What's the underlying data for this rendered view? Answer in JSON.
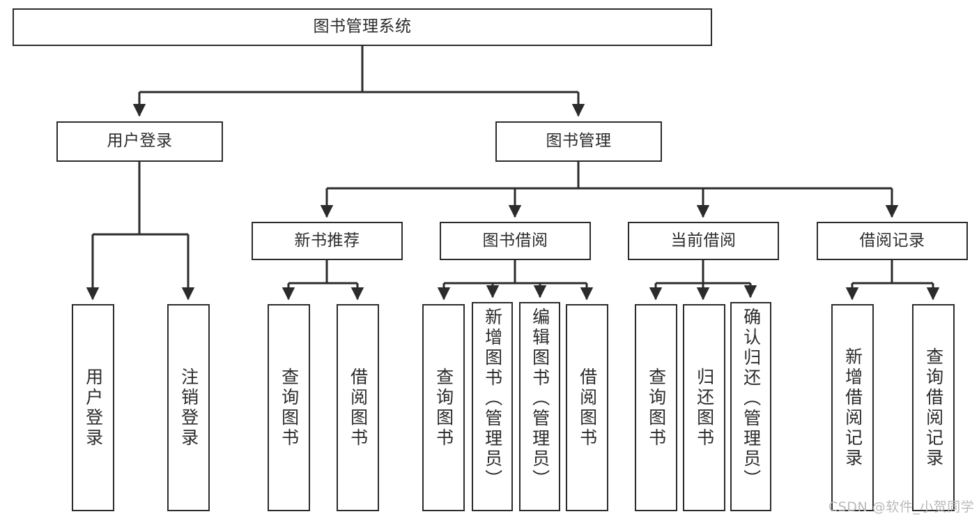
{
  "diagram": {
    "title": "图书管理系统",
    "type": "tree-hierarchy-chart",
    "colors": {
      "stroke": "#2b2b2b",
      "fill": "#ffffff",
      "watermark": "#b9b9b9"
    },
    "root": {
      "label": "图书管理系统"
    },
    "level1": [
      {
        "label": "用户登录"
      },
      {
        "label": "图书管理"
      }
    ],
    "level2": [
      {
        "label": "新书推荐"
      },
      {
        "label": "图书借阅"
      },
      {
        "label": "当前借阅"
      },
      {
        "label": "借阅记录"
      }
    ],
    "leaves": {
      "user_login": [
        {
          "label": "用户登录"
        },
        {
          "label": "注销登录"
        }
      ],
      "new_book_recommend": [
        {
          "label": "查询图书"
        },
        {
          "label": "借阅图书"
        }
      ],
      "book_borrow": [
        {
          "label": "查询图书"
        },
        {
          "label": "新增图书（管理员）"
        },
        {
          "label": "编辑图书（管理员）"
        },
        {
          "label": "借阅图书"
        }
      ],
      "current_borrow": [
        {
          "label": "查询图书"
        },
        {
          "label": "归还图书"
        },
        {
          "label": "确认归还（管理员）"
        }
      ],
      "borrow_records": [
        {
          "label": "新增借阅记录"
        },
        {
          "label": "查询借阅记录"
        }
      ]
    },
    "watermark": "CSDN @软件_小贺同学"
  }
}
